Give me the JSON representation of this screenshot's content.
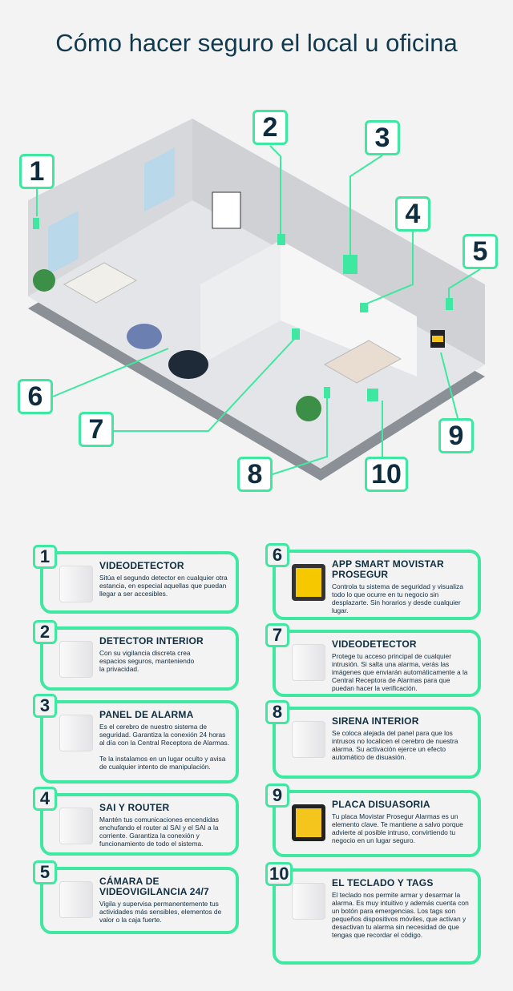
{
  "title": "Cómo hacer seguro el local u oficina",
  "markers": [
    "1",
    "2",
    "3",
    "4",
    "5",
    "6",
    "7",
    "8",
    "9",
    "10"
  ],
  "cards": [
    {
      "num": "1",
      "title": "VIDEODETECTOR",
      "desc": "Sitúa el segundo detector en cualquier otra estancia, en especial aquellas que puedan llegar a ser accesibles."
    },
    {
      "num": "2",
      "title": "DETECTOR INTERIOR",
      "desc": "Con su vigilancia discreta crea\nespacios seguros, manteniendo\nla privacidad."
    },
    {
      "num": "3",
      "title": "PANEL DE ALARMA",
      "desc": "Es el cerebro de nuestro sistema de seguridad. Garantiza la conexión 24 horas al día con la Central Receptora de Alarmas.\n\nTe la instalamos en un lugar oculto y avisa de cualquier intento de manipulación."
    },
    {
      "num": "4",
      "title": "SAI Y ROUTER",
      "desc": "Mantén tus comunicaciones encendidas enchufando el router al SAI y el SAI a la corriente. Garantiza la conexión y funcionamiento de todo el sistema."
    },
    {
      "num": "5",
      "title": "CÁMARA DE VIDEOVIGILANCIA 24/7",
      "desc": "Vigila y supervisa permanentemente tus actividades más sensibles, elementos de valor o la caja fuerte."
    },
    {
      "num": "6",
      "title": "APP SMART MOVISTAR PROSEGUR",
      "desc": "Controla tu sistema de seguridad y visualiza todo lo que ocurre en tu negocio sin desplazarte. Sin horarios y desde cualquier lugar."
    },
    {
      "num": "7",
      "title": "VIDEODETECTOR",
      "desc": "Protege tu acceso principal de cualquier intrusión. Si salta una alarma, verás las imágenes que enviarán automáticamente a la Central Receptora de Alarmas para que puedan hacer la verificación."
    },
    {
      "num": "8",
      "title": "SIRENA INTERIOR",
      "desc": "Se coloca alejada del panel para que los intrusos no localicen el cerebro de nuestra alarma. Su activación ejerce un efecto automático de disuasión."
    },
    {
      "num": "9",
      "title": "PLACA DISUASORIA",
      "desc": "Tu placa Movistar Prosegur Alarmas es un elemento clave. Te mantiene a salvo porque advierte al posible intruso, convirtiendo tu negocio en un lugar seguro."
    },
    {
      "num": "10",
      "title": "EL TECLADO Y TAGS",
      "desc": "El teclado nos permite armar y desarmar la alarma. Es muy intuitivo y además cuenta con un botón para emergencias. Los tags son pequeños dispositivos móviles, que activan y desactivan tu alarma sin necesidad de que tengas que recordar el código."
    }
  ],
  "colors": {
    "accent": "#3ee8a0",
    "navy": "#0f2d3f",
    "background": "#f3f3f4"
  }
}
